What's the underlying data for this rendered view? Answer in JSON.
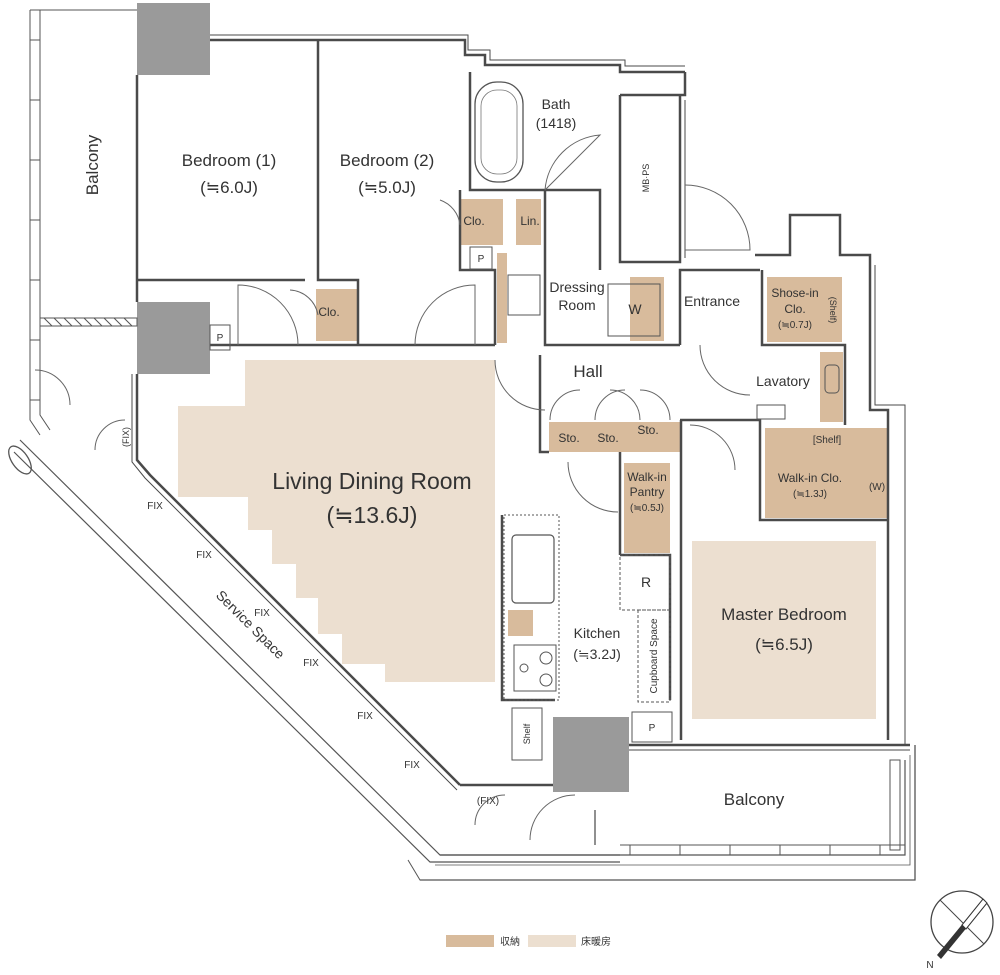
{
  "colors": {
    "storage": "#d8bb9c",
    "floor": "#ecdfd0",
    "structure": "#9a9a9a",
    "wall": "#4a4a4a"
  },
  "rooms": {
    "balcony_west": "Balcony",
    "bedroom1": {
      "name": "Bedroom (1)",
      "size": "(≒6.0J)"
    },
    "bedroom2": {
      "name": "Bedroom (2)",
      "size": "(≒5.0J)"
    },
    "bath": {
      "name": "Bath",
      "size": "(1418)"
    },
    "mbps": "MB·PS",
    "dressing": {
      "line1": "Dressing",
      "line2": "Room"
    },
    "washer": "W",
    "entrance": "Entrance",
    "shoe": {
      "line1": "Shose-in",
      "line2": "Clo.",
      "size": "(≒0.7J)",
      "shelf": "(Shelf)"
    },
    "hall": "Hall",
    "lavatory": "Lavatory",
    "ldr": {
      "name": "Living Dining Room",
      "size": "(≒13.6J)"
    },
    "walkin_pantry": {
      "line1": "Walk-in",
      "line2": "Pantry",
      "size": "(≒0.5J)"
    },
    "walkin_clo": {
      "shelf": "[Shelf]",
      "name": "Walk-in Clo.",
      "size": "(≒1.3J)",
      "w": "(W)"
    },
    "refrigerator": "R",
    "kitchen": {
      "name": "Kitchen",
      "size": "(≒3.2J)"
    },
    "cupboard": "Cupboard Space",
    "master": {
      "name": "Master Bedroom",
      "size": "(≒6.5J)"
    },
    "shelf": "Shelf",
    "balcony_south": "Balcony",
    "service": "Service Space"
  },
  "labels": {
    "clo": "Clo.",
    "lin": "Lin.",
    "sto": "Sto.",
    "p": "P",
    "fix": "FIX",
    "fix_paren": "(FIX)"
  },
  "legend": {
    "storage_label": "収納",
    "floor_label": "床暖房"
  },
  "compass": {
    "label": "N"
  }
}
